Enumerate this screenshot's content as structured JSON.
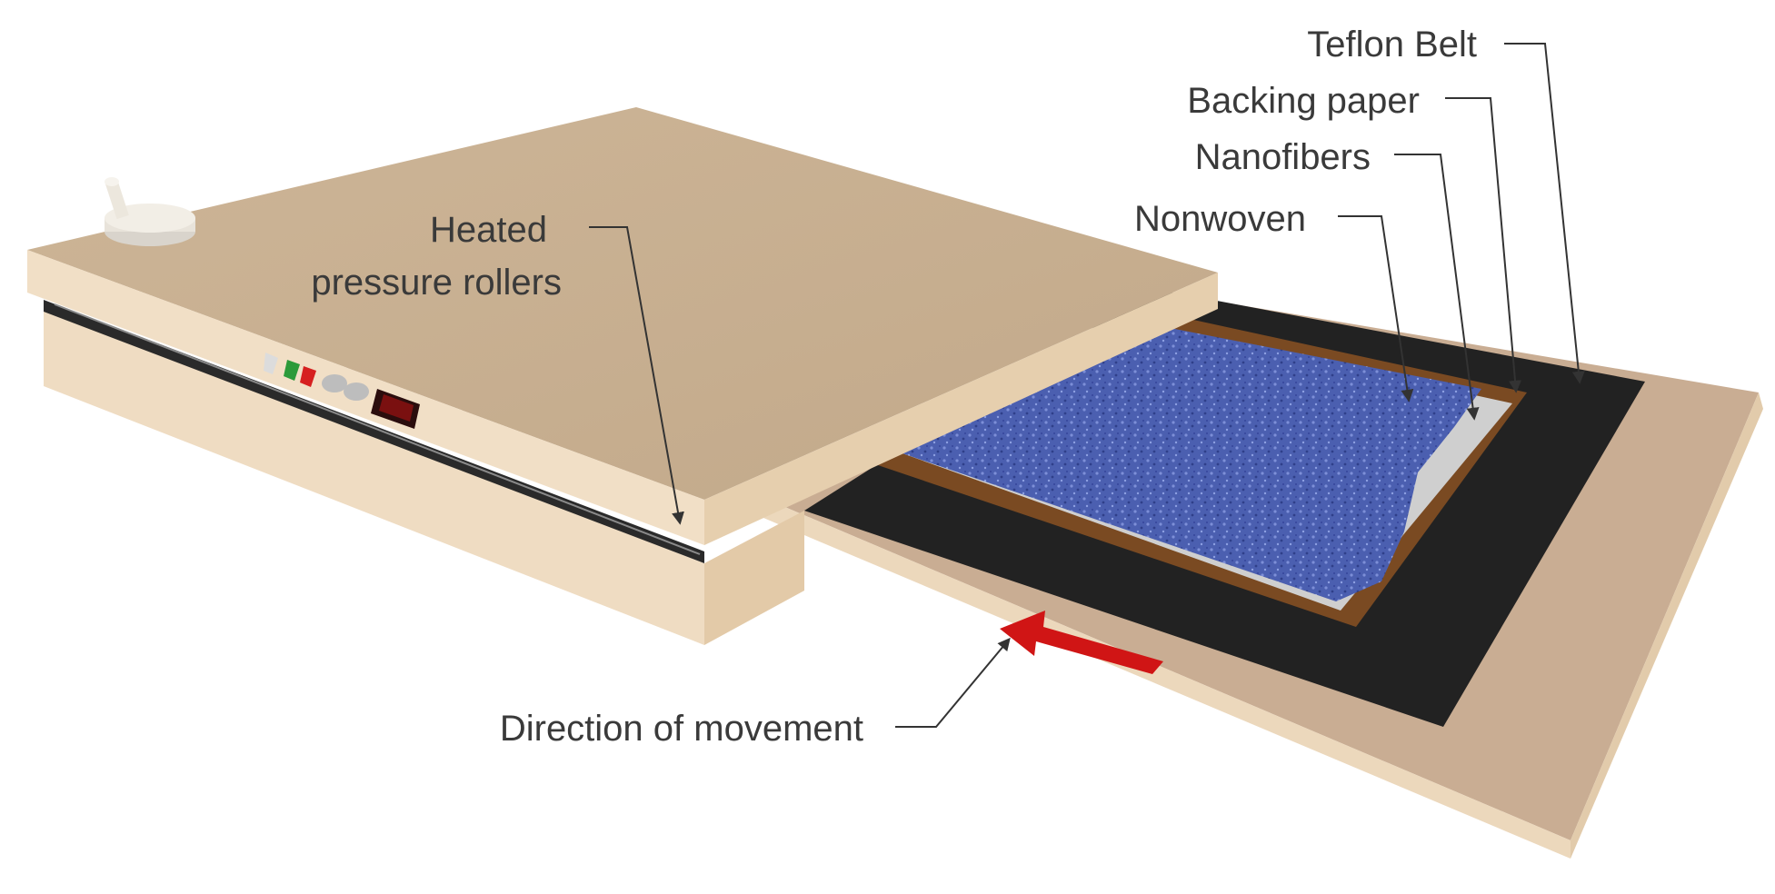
{
  "labels": {
    "teflon_belt": "Teflon Belt",
    "backing_paper": "Backing paper",
    "nanofibers": "Nanofibers",
    "nonwoven": "Nonwoven",
    "heated_line1": "Heated",
    "heated_line2": "pressure rollers",
    "direction": "Direction of movement"
  },
  "colors": {
    "body": "#e9d3b6",
    "body_side": "#efdcc2",
    "tray": "#c9ad93",
    "belt": "#222222",
    "frame": "#7a4a22",
    "paper": "#cfcfcf",
    "nanofibers": "#4b5fb0",
    "arrow": "#d01515"
  },
  "icons": {
    "knob": "rotary-knob-icon",
    "display": "digital-display-icon",
    "arrow": "direction-arrow-icon"
  }
}
